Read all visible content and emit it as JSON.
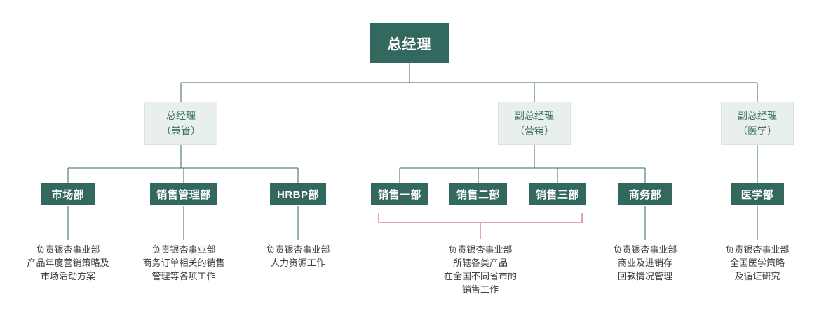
{
  "colors": {
    "node_dark_bg": "#33685f",
    "node_dark_text": "#ffffff",
    "node_light_bg": "#e9efec",
    "node_light_border": "#d9e4e0",
    "node_light_text": "#3c7268",
    "connector_line": "#33685f",
    "sales_bracket": "#c0504d",
    "description_text": "#3d3d3d",
    "background": "#ffffff"
  },
  "org": {
    "root": {
      "label": "总经理"
    },
    "level2": [
      {
        "label": "总经理\n（兼管）"
      },
      {
        "label": "副总经理\n（营销）"
      },
      {
        "label": "副总经理\n（医学）"
      }
    ],
    "level3": [
      {
        "label": "市场部"
      },
      {
        "label": "销售管理部"
      },
      {
        "label": "HRBP部"
      },
      {
        "label": "销售一部"
      },
      {
        "label": "销售二部"
      },
      {
        "label": "销售三部"
      },
      {
        "label": "商务部"
      },
      {
        "label": "医学部"
      }
    ],
    "descriptions": [
      {
        "text": "负责银杏事业部\n产品年度营销策略及\n市场活动方案"
      },
      {
        "text": "负责银杏事业部\n商务订单相关的销售\n管理等各项工作"
      },
      {
        "text": "负责银杏事业部\n人力资源工作"
      },
      {
        "text": "负责银杏事业部\n所辖各类产品\n在全国不同省市的\n销售工作"
      },
      {
        "text": "负责银杏事业部\n商业及进销存\n回款情况管理"
      },
      {
        "text": "负责银杏事业部\n全国医学策略\n及循证研究"
      }
    ]
  }
}
